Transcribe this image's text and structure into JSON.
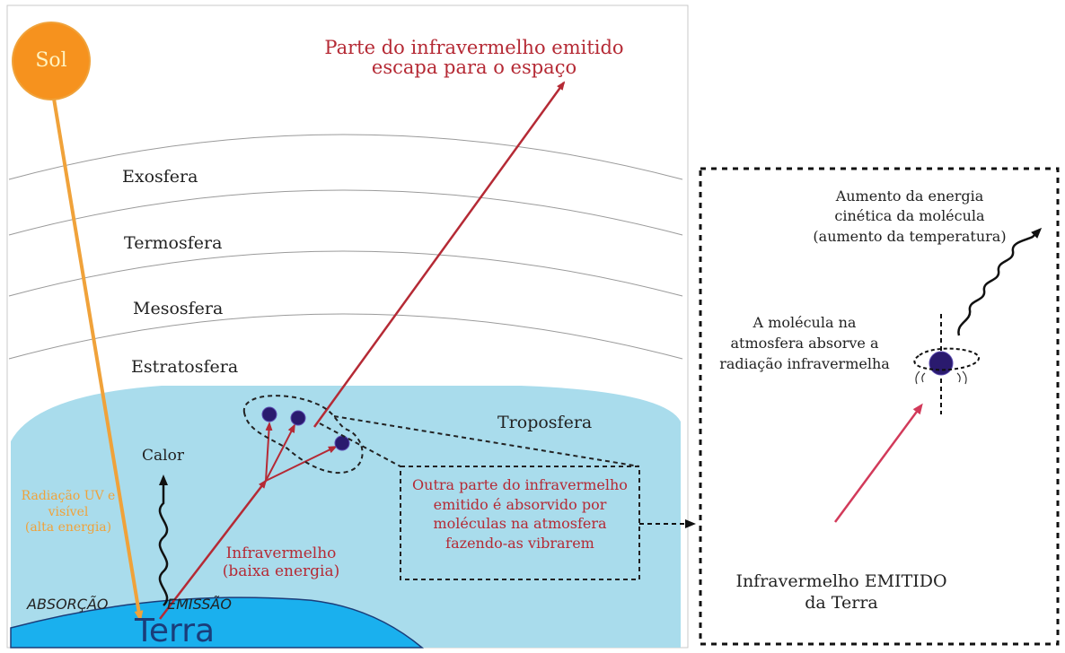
{
  "sun": {
    "label": "Sol"
  },
  "escape_text": {
    "line1": "Parte do infravermelho emitido",
    "line2": "escapa para o espaço"
  },
  "layers": {
    "exosphere": "Exosfera",
    "thermosphere": "Termosfera",
    "mesosphere": "Mesosfera",
    "stratosphere": "Estratosfera",
    "troposphere": "Troposfera"
  },
  "left_labels": {
    "uv_line1": "Radiação UV e",
    "uv_line2": "visível",
    "uv_line3": "(alta energia)",
    "heat": "Calor",
    "infrared_line1": "Infravermelho",
    "infrared_line2": "(baixa energia)",
    "absorption": "ABSORÇÃO",
    "emission": "EMISSÃO",
    "earth": "Terra"
  },
  "absorbed_box": {
    "line1": "Outra parte do infravermelho",
    "line2": "emitido é absorvido por",
    "line3": "moléculas na atmosfera",
    "line4": "fazendo-as vibrarem"
  },
  "detail_panel": {
    "kinetic_line1": "Aumento da energia",
    "kinetic_line2": "cinética da molécula",
    "kinetic_line3": "(aumento da temperatura)",
    "molecule_line1": "A molécula na",
    "molecule_line2": "atmosfera absorve a",
    "molecule_line3": "radiação infravermelha",
    "emitted_line1": "Infravermelho EMITIDO",
    "emitted_line2": "da Terra"
  },
  "colors": {
    "sky": "#a9dcec",
    "earth": "#1ab0ee",
    "sun": "#f6921e",
    "uv_arrow": "#f0a23a",
    "infrared": "#b52a35",
    "molecule": "#2a1a6e"
  }
}
